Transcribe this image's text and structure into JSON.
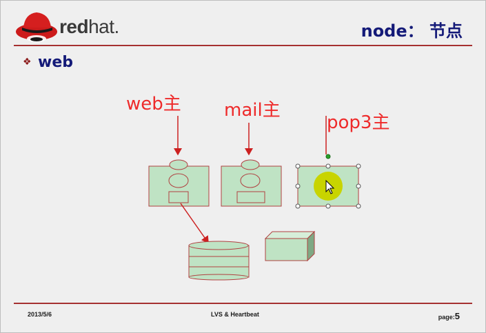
{
  "header": {
    "logo_text_red": "red",
    "logo_text_hat": "hat.",
    "title": "node： 节点"
  },
  "section": {
    "bullet": "❖",
    "heading": "web"
  },
  "diagram": {
    "labels": {
      "web": "web主",
      "mail": "mail主",
      "pop3": "pop3主"
    }
  },
  "footer": {
    "date": "2013/5/6",
    "center": "LVS & Heartbeat",
    "page_label": "page:",
    "page_number": "5"
  },
  "colors": {
    "box_fill": "#bfe3c4",
    "box_stroke": "#b04040",
    "arrow": "#cc2020",
    "title": "#141a78",
    "highlight": "#c8d400"
  }
}
